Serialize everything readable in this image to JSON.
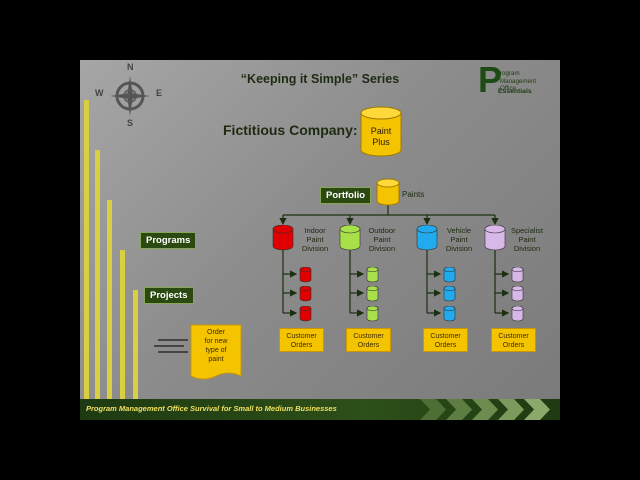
{
  "title": "“Keeping it Simple” Series",
  "company_label": "Fictitious Company:",
  "company_name": [
    "Paint",
    "Plus"
  ],
  "portfolio": {
    "label": "Portfolio",
    "name": "Paints"
  },
  "programs_label": "Programs",
  "projects_label": "Projects",
  "divisions": [
    {
      "name": [
        "Indoor",
        "Paint",
        "Division"
      ],
      "color": "#e00000",
      "output": [
        "Customer",
        "Orders"
      ]
    },
    {
      "name": [
        "Outdoor",
        "Paint",
        "Division"
      ],
      "color": "#a8e04a",
      "output": [
        "Customer",
        "Orders"
      ]
    },
    {
      "name": [
        "Vehicle",
        "Paint",
        "Division"
      ],
      "color": "#22aaee",
      "output": [
        "Customer",
        "Orders"
      ]
    },
    {
      "name": [
        "Specialist",
        "Paint",
        "Division"
      ],
      "color": "#d7b8e8",
      "output": [
        "Customer",
        "Orders"
      ]
    }
  ],
  "order_doc": [
    "Order",
    "for new",
    "type of",
    "paint"
  ],
  "logo": {
    "letter": "P",
    "lines": [
      "rogram",
      "Management",
      "Office"
    ],
    "essentials": "Essentials"
  },
  "compass": {
    "n": "N",
    "s": "S",
    "e": "E",
    "w": "W"
  },
  "footer": "Program Management Office Survival for Small to Medium Businesses",
  "colors": {
    "accent_yellow": "#f5c400",
    "dark_green": "#2a4a12",
    "label_border": "#89a55a"
  }
}
